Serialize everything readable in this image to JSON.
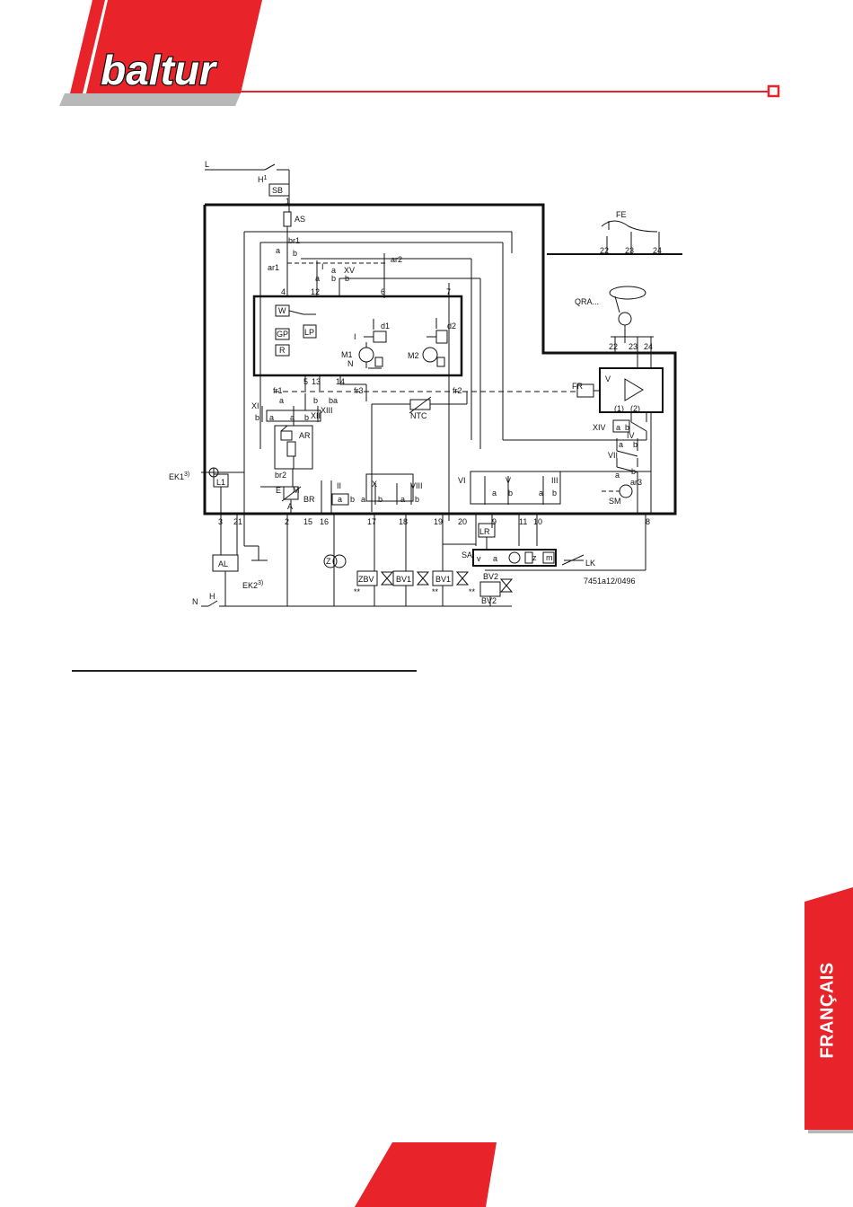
{
  "brand": {
    "name": "baltur",
    "accent": "#e8232a"
  },
  "diagram": {
    "drawing_code": "7451a12/0496",
    "labels": {
      "L": "L",
      "H1": "H",
      "H1_sup": "1",
      "SB": "SB",
      "num1": "1",
      "AS": "AS",
      "FE": "FE",
      "t22": "22",
      "t23": "23",
      "t24": "24",
      "br1": "br1",
      "a": "a",
      "b": "b",
      "ar1": "ar1",
      "ar2": "ar2",
      "I": "I",
      "XV": "XV",
      "t4": "4",
      "t12": "12",
      "t6": "6",
      "t7": "7",
      "QRA": "QRA...",
      "W": "W",
      "GP": "GP",
      "R": "R",
      "LP": "LP",
      "d1": "d1",
      "d2": "d2",
      "M1": "M1",
      "M2": "M2",
      "N": "N",
      "t5": "5",
      "t13": "13",
      "t14": "14",
      "fr1": "fr1",
      "fr3": "fr3",
      "fr2": "fr2",
      "FR": "FR",
      "V": "V",
      "XI": "XI",
      "XIII": "XIII",
      "XII": "XII",
      "NTC": "NTC",
      "p1": "(1)",
      "p2": "(2)",
      "XIV": "XIV",
      "IV": "IV",
      "VII": "VII",
      "AR": "AR",
      "br2": "br2",
      "EK1": "EK1",
      "sup3": "3)",
      "L1": "L1",
      "E": "E",
      "M": "M",
      "A": "A",
      "BR": "BR",
      "II": "II",
      "X": "X",
      "VIII": "VIII",
      "VI": "VI",
      "III": "III",
      "ar3": "ar3",
      "SM": "SM",
      "t3": "3",
      "t21": "21",
      "t2": "2",
      "t15": "15",
      "t16": "16",
      "t17": "17",
      "t18": "18",
      "t19": "19",
      "t20": "20",
      "t9": "9",
      "t11": "11",
      "t10": "10",
      "t8": "8",
      "LR": "LR",
      "SA": "SA",
      "z": "z",
      "m": "m",
      "v": "v",
      "LK": "LK",
      "AL": "AL",
      "EK2": "EK2",
      "Z": "Z",
      "ZBV": "ZBV",
      "BV1": "BV1",
      "BV2": "BV2",
      "H": "H",
      "stars": "**"
    }
  },
  "sidebar": {
    "language": "FRANÇAIS"
  }
}
